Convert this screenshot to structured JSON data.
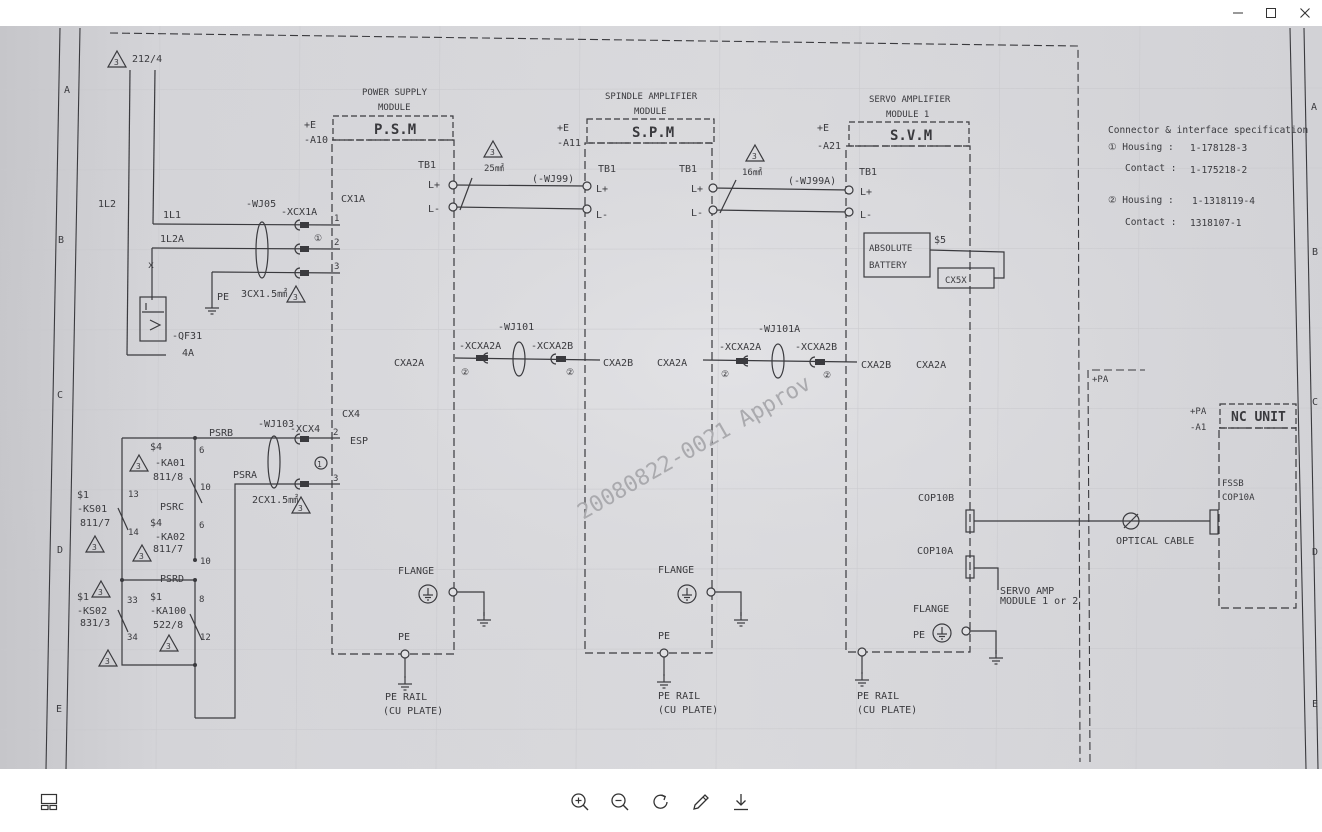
{
  "window": {
    "controls": [
      "minimize",
      "maximize",
      "close"
    ]
  },
  "schematic": {
    "border_letters": [
      "A",
      "B",
      "C",
      "D",
      "E"
    ],
    "ref_top": "212/4",
    "left_circuit": {
      "line_1l2": "1L2",
      "line_1l1": "1L1",
      "line_1l2a": "1L2A",
      "breaker": "-QF31",
      "breaker_rating": "4A",
      "pe": "PE",
      "cable_wj05": "-WJ05",
      "connector_xcx1a": "-XCX1A",
      "cable_size_1": "3CX1.5㎟",
      "cable_wj103": "-WJ103",
      "connector_xcx4": "-XCX4",
      "cable_size_2": "2CX1.5㎟",
      "psrb": "PSRB",
      "psrc": "PSRC",
      "psra": "PSRA",
      "psrd": "PSRD",
      "ka01": "-KA01",
      "ka01_ref": "811/8",
      "ka02": "-KA02",
      "ka02_ref": "811/7",
      "ka100": "-KA100",
      "ka100_ref": "522/8",
      "ks01": "-KS01",
      "ks01_ref": "811/7",
      "ks02": "-KS02",
      "ks02_ref": "831/3",
      "s1": "$1",
      "s4": "$4",
      "esp": "ESP"
    },
    "psm": {
      "caption_1": "POWER SUPPLY",
      "caption_2": "MODULE",
      "name": "P.S.M",
      "plus_e": "+E",
      "ref": "-A10",
      "cx1a": "CX1A",
      "cx4": "CX4",
      "cxa2a": "CXA2A",
      "tb1": "TB1",
      "l_plus": "L+",
      "l_minus": "L-",
      "flange": "FLANGE",
      "pe": "PE",
      "pe_rail": "PE RAIL",
      "cu_plate": "(CU PLATE)"
    },
    "spm": {
      "caption_1": "SPINDLE AMPLIFIER",
      "caption_2": "MODULE",
      "name": "S.P.M",
      "plus_e": "+E",
      "ref": "-A11",
      "tb1": "TB1",
      "l_plus": "L+",
      "l_minus": "L-",
      "cxa2a": "CXA2A",
      "cxa2b": "CXA2B",
      "flange": "FLANGE",
      "pe": "PE",
      "pe_rail": "PE RAIL",
      "cu_plate": "(CU PLATE)"
    },
    "svm": {
      "caption_1": "SERVO AMPLIFIER",
      "caption_2": "MODULE 1",
      "name": "S.V.M",
      "plus_e": "+E",
      "ref": "-A21",
      "tb1": "TB1",
      "l_plus": "L+",
      "l_minus": "L-",
      "battery_1": "ABSOLUTE",
      "battery_2": "BATTERY",
      "battery_ref": "$5",
      "cx5x": "CX5X",
      "cxa2a": "CXA2A",
      "cxa2b": "CXA2B",
      "cop10b": "COP10B",
      "cop10a": "COP10A",
      "next_module_1": "SERVO AMP",
      "next_module_2": "MODULE 1 or 2",
      "flange": "FLANGE",
      "pe": "PE",
      "pe_rail": "PE RAIL",
      "cu_plate": "(CU PLATE)"
    },
    "links": {
      "wj99": "(-WJ99)",
      "wj99a": "(-WJ99A)",
      "size_25": "25㎟",
      "size_16": "16㎟",
      "wj101": "-WJ101",
      "wj101a": "-WJ101A",
      "xcxa2a": "-XCXA2A",
      "xcxa2b": "-XCXA2B",
      "optical_cable": "OPTICAL CABLE"
    },
    "nc": {
      "plus_pa": "+PA",
      "ref": "-A1",
      "name": "NC UNIT",
      "fssb": "FSSB",
      "cop10a": "COP10A"
    },
    "spec": {
      "title": "Connector & interface specification",
      "housing_1_label": "① Housing :",
      "housing_1_value": "1-178128-3",
      "contact_1_label": "Contact :",
      "contact_1_value": "1-175218-2",
      "housing_2_label": "② Housing :",
      "housing_2_value": "1-1318119-4",
      "contact_2_label": "Contact :",
      "contact_2_value": "1318107-1"
    },
    "stamp": "20080822-0021 Approv",
    "warning_number": "3",
    "marker_1": "①",
    "marker_2": "②"
  },
  "toolbar": {
    "buttons": [
      "panel",
      "zoom-in",
      "zoom-out",
      "rotate",
      "edit",
      "save"
    ]
  }
}
